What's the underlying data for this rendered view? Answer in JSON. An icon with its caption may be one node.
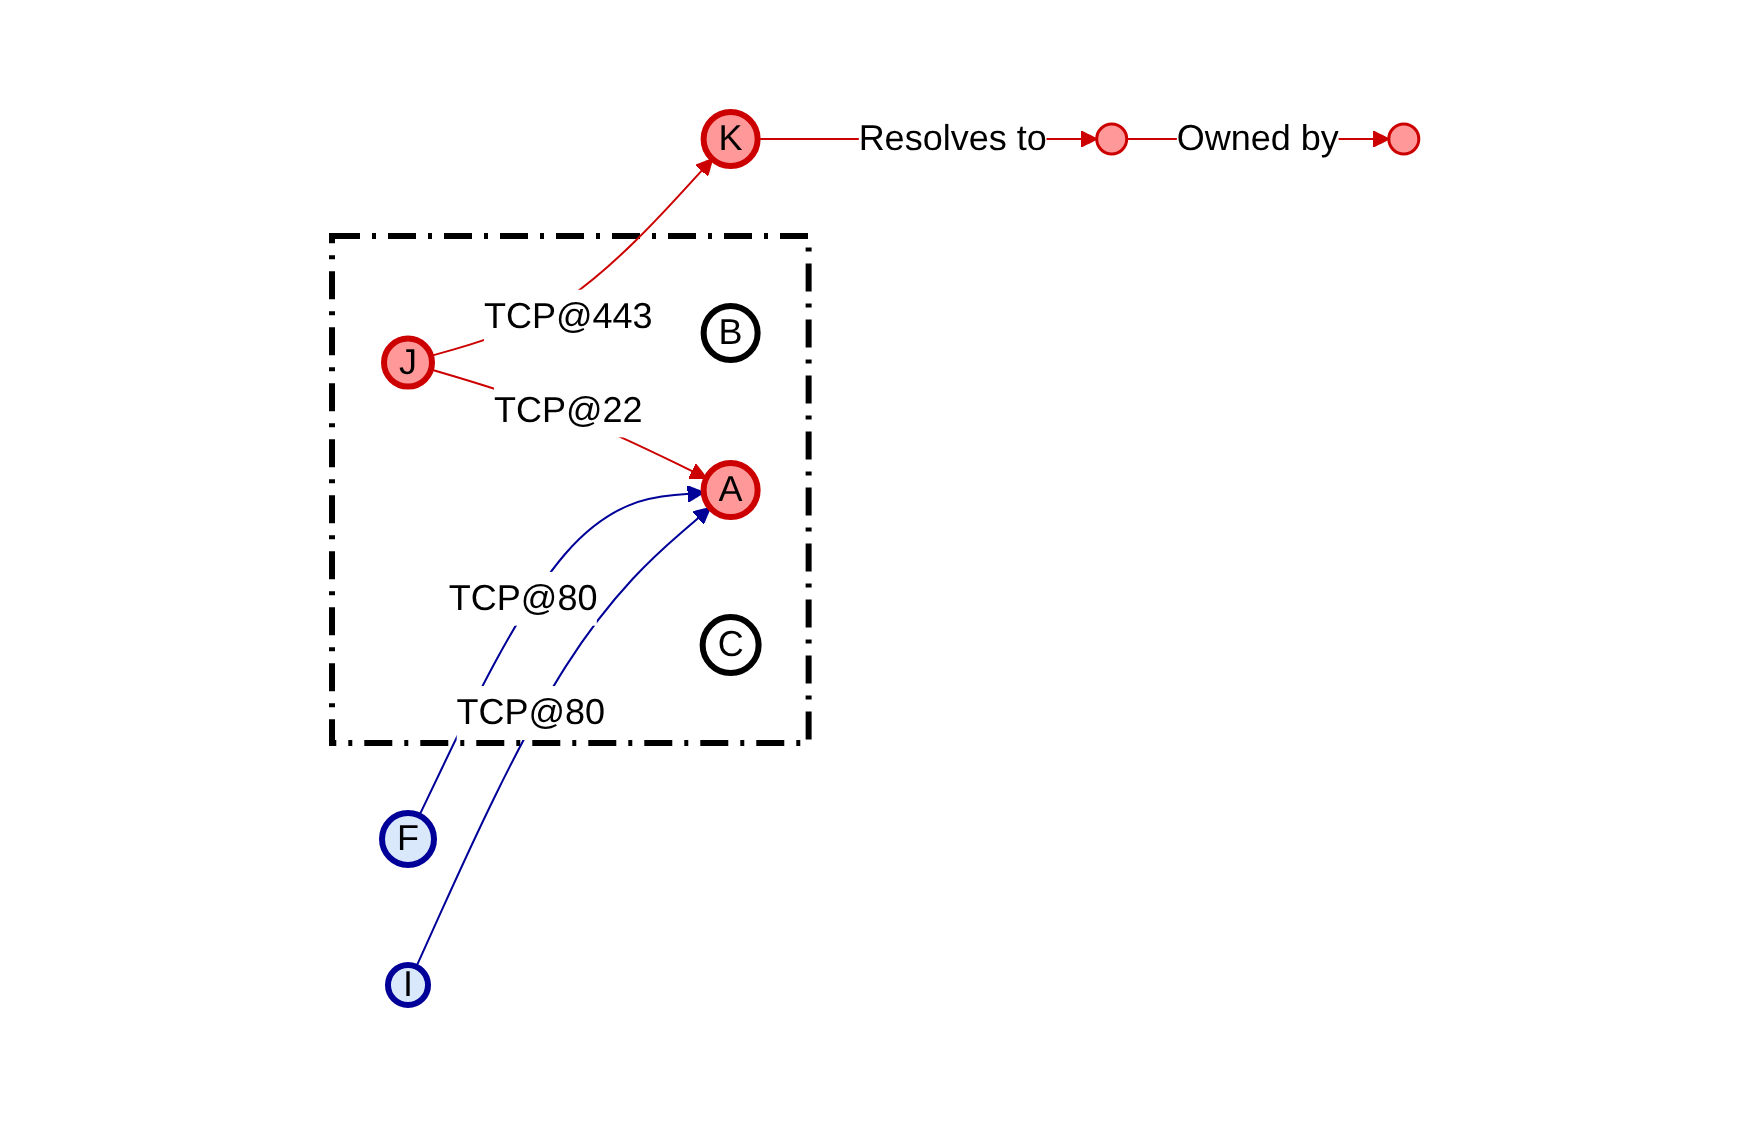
{
  "diagram": {
    "nodes": [
      {
        "text": [],
        "shape": "box"
      },
      {
        "text": [
          "B"
        ],
        "in": 0
      },
      {
        "text": [
          "K"
        ]
      },
      {
        "text": [
          "J"
        ],
        "in": 0
      },
      {
        "text": [
          "F"
        ]
      },
      {
        "text": [
          "A"
        ],
        "in": 0
      },
      {
        "text": [
          "C"
        ],
        "in": 0
      },
      {
        "text": [
          "I"
        ]
      },
      {
        "text": [],
        "shape": "circle"
      },
      {
        "text": [],
        "shape": "circle"
      }
    ],
    "edges": [
      {
        "from": 3,
        "to": 2,
        "arrow": "to",
        "label": "TCP@443"
      },
      {
        "from": 3,
        "to": 5,
        "arrow": "to",
        "label": "TCP@22"
      },
      {
        "from": 4,
        "to": 5,
        "arrow": "to",
        "label": "TCP@80",
        "color": "#000099"
      },
      {
        "from": 7,
        "to": 5,
        "arrow": "to",
        "label": "TCP@80",
        "color": "#000099"
      },
      {
        "from": 2,
        "to": 8,
        "arrow": "to",
        "label": "Resolves to"
      },
      {
        "from": 8,
        "to": 9,
        "arrow": "to",
        "label": "Owned by"
      }
    ]
  }
}
